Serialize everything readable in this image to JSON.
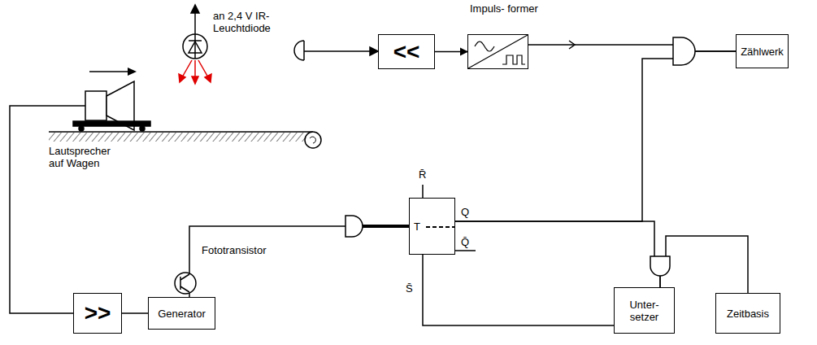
{
  "diagram": {
    "nodes": [
      {
        "text": [
          "<<"
        ]
      },
      {
        "text": [
          "Impuls- former"
        ]
      },
      {
        "text": [
          "Zählwerk"
        ]
      },
      {
        "text": [
          "R̄",
          "T",
          "Q",
          "Q̄",
          "S̄"
        ]
      },
      {
        "text": [
          ">>"
        ]
      },
      {
        "text": [
          "Generator"
        ]
      },
      {
        "text": [
          "Unter- setzer"
        ]
      },
      {
        "text": [
          "Zeitbasis"
        ]
      }
    ],
    "edges": [
      {
        "from": 0,
        "to": 1,
        "arrow": "to"
      },
      {
        "from": 1,
        "to": 2,
        "arrow": "none"
      },
      {
        "from": 3,
        "to": 2,
        "arrow": "none"
      },
      {
        "from": 3,
        "to": 6,
        "arrow": "none"
      },
      {
        "from": 7,
        "to": 6,
        "arrow": "none"
      },
      {
        "from": 6,
        "to": 3,
        "arrow": "none"
      },
      {
        "from": 5,
        "to": 4,
        "arrow": "none"
      }
    ],
    "labels": [
      "an 2,4 V IR-Leuchtdiode",
      "Lautsprecher auf Wagen",
      "Fototransistor"
    ]
  }
}
